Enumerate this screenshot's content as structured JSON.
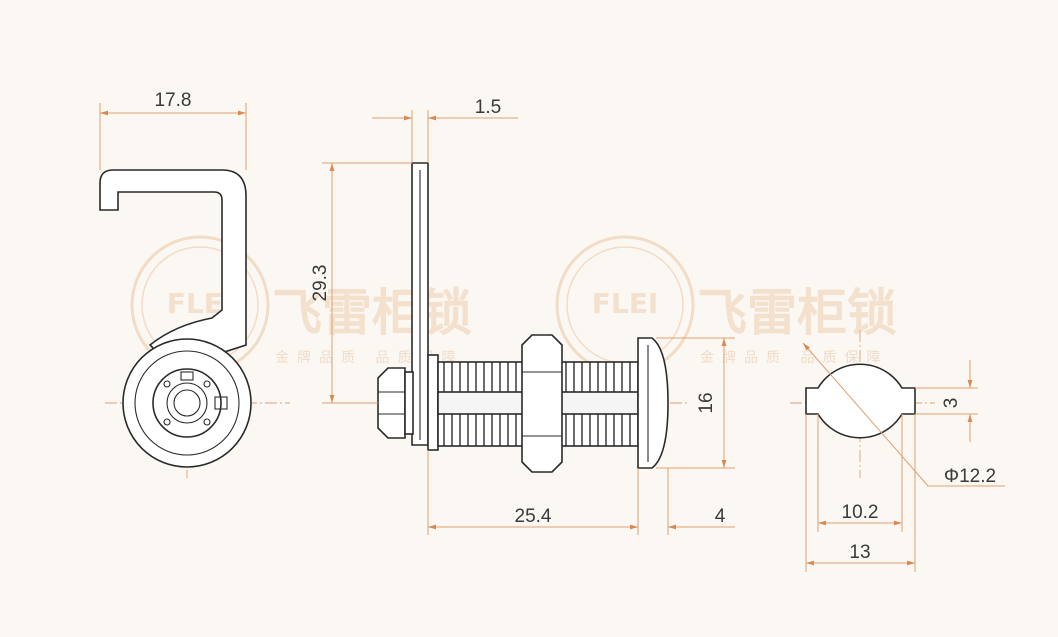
{
  "dimensions": {
    "hook_width": "17.8",
    "plate_thickness": "1.5",
    "cam_height": "29.3",
    "body_length": "25.4",
    "head_thickness": "4",
    "head_diameter": "16",
    "flat_width": "3",
    "cylinder_diameter": "Φ12.2",
    "flat_distance": "10.2",
    "cut_width": "13"
  },
  "watermark": {
    "logo_text": "FLEI",
    "brand_text": "飞雷柜锁",
    "slogan_text": "金牌品质 品质保障"
  },
  "colors": {
    "background": "#fbf7f2",
    "dimension_line": "#e0a070",
    "part_outline": "#2a2a2a",
    "watermark": "#f2dcc6"
  }
}
